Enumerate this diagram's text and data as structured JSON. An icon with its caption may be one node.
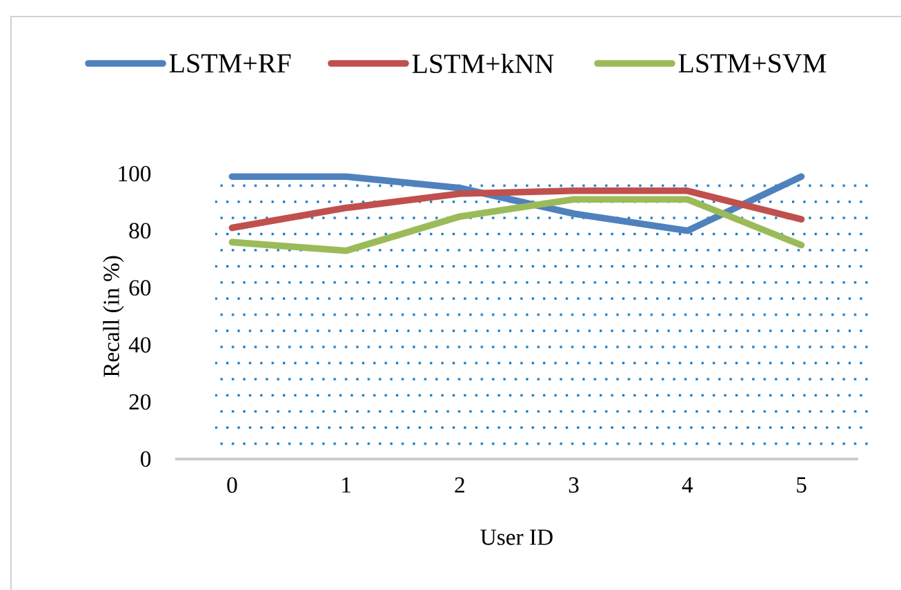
{
  "diagram": {
    "chart_data": {
      "type": "line",
      "xlabel": "User ID",
      "ylabel": "Recall (in %)",
      "x": [
        0,
        1,
        2,
        3,
        4,
        5
      ],
      "series": [
        {
          "name": "LSTM+RF",
          "color": "#4f81bd",
          "values": [
            99,
            99,
            95,
            86,
            80,
            99
          ]
        },
        {
          "name": "LSTM+kNN",
          "color": "#c0504d",
          "values": [
            81,
            88,
            93,
            94,
            94,
            84
          ]
        },
        {
          "name": "LSTM+SVM",
          "color": "#9bbb59",
          "values": [
            76,
            73,
            85,
            91,
            91,
            75
          ]
        }
      ],
      "xlim": [
        -0.5,
        5.5
      ],
      "ylim": [
        0,
        100
      ],
      "xticks": [
        0,
        1,
        2,
        3,
        4,
        5
      ],
      "yticks": [
        0,
        20,
        40,
        60,
        80,
        100
      ],
      "legend": "top"
    }
  }
}
